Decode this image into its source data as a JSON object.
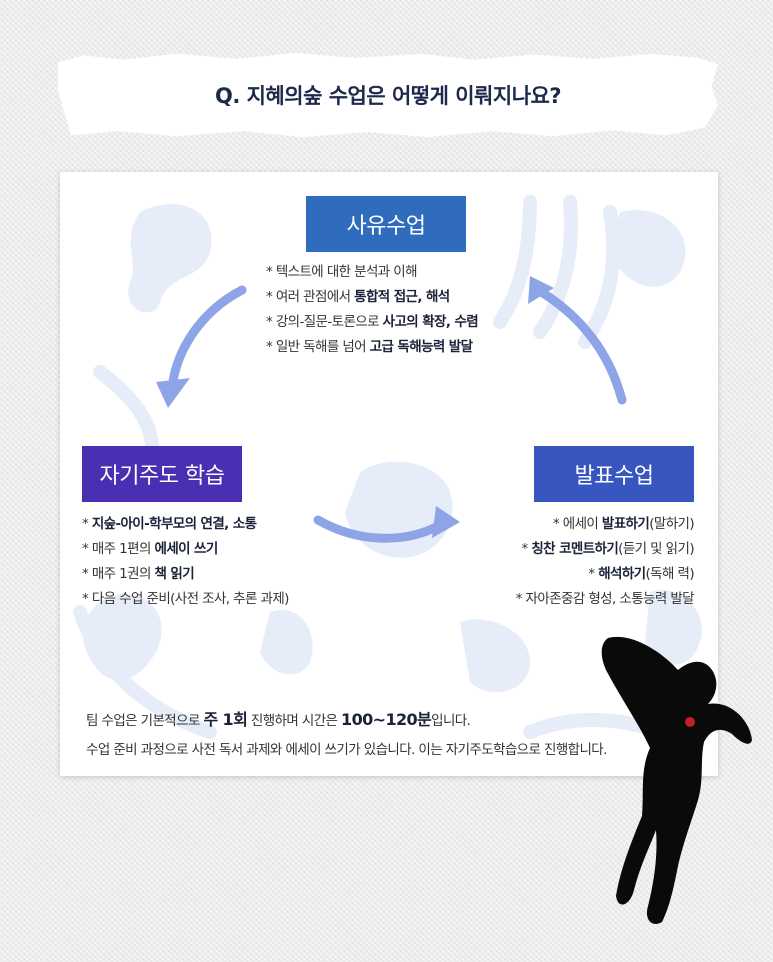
{
  "title": "Q. 지혜의숲 수업은 어떻게 이뤄지나요?",
  "colors": {
    "sayu_box": "#2f6cbd",
    "self_box": "#4b2fb3",
    "present_box": "#3756bf",
    "arrow": "#8da4e6",
    "watermark": "#e6edf8"
  },
  "sayu": {
    "label": "사유수업",
    "items": [
      {
        "pre": "* 텍스트에 대한 분석과 이해",
        "bold": "",
        "post": ""
      },
      {
        "pre": "* 여러 관점에서 ",
        "bold": "통합적 접근, 해석",
        "post": ""
      },
      {
        "pre": "* 강의-질문-토론으로 ",
        "bold": "사고의 확장, 수렴",
        "post": ""
      },
      {
        "pre": "* 일반 독해를 넘어 ",
        "bold": "고급 독해능력 발달",
        "post": ""
      }
    ]
  },
  "self_study": {
    "label": "자기주도 학습",
    "items": [
      {
        "pre": "* ",
        "bold": "지숲-아이-학부모의 연결, 소통",
        "post": ""
      },
      {
        "pre": "* 매주 1편의 ",
        "bold": "에세이 쓰기",
        "post": ""
      },
      {
        "pre": "* 매주 1권의 ",
        "bold": "책 읽기",
        "post": ""
      },
      {
        "pre": "* 다음 수업 준비(사전 조사, 추론 과제)",
        "bold": "",
        "post": ""
      }
    ]
  },
  "presentation": {
    "label": "발표수업",
    "items": [
      {
        "pre": "* 에세이 ",
        "bold": "발표하기",
        "post": "(말하기)"
      },
      {
        "pre": "* ",
        "bold": "칭찬 코멘트하기",
        "post": "(듣기 및 읽기)"
      },
      {
        "pre": "* ",
        "bold": "해석하기",
        "post": "(독해 력)"
      },
      {
        "pre": "* 자아존중감 형성, 소통능력 발달",
        "bold": "",
        "post": ""
      }
    ]
  },
  "footer": {
    "line1_a": "팀 수업은 기본적으로 ",
    "line1_b": "주 1회",
    "line1_c": " 진행하며 시간은 ",
    "line1_d": "100~120분",
    "line1_e": "입니다.",
    "line2": "수업 준비 과정으로 사전 독서 과제와 에세이 쓰기가 있습니다. 이는 자기주도학습으로 진행합니다."
  }
}
